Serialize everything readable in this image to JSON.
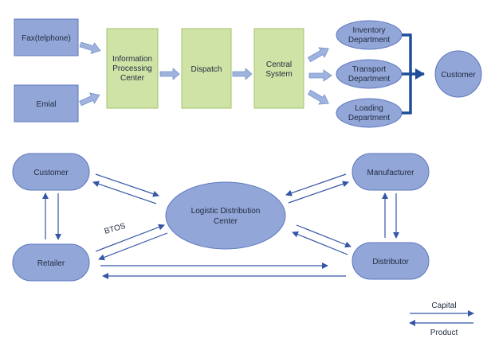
{
  "colors": {
    "blue_fill": "#93a6d8",
    "blue_stroke": "#5d77c0",
    "green_fill": "#cfe3a6",
    "green_stroke": "#a3c36a",
    "arrow_fill": "#9fb3de",
    "arrow_stroke": "#7590c9",
    "merge_line": "#1f4e9a",
    "thin_line": "#3456a6",
    "text": "#1e2a3e"
  },
  "order_flow": {
    "fax": "Fax(telphone)",
    "email": "Emial",
    "processing": [
      "Information",
      "Processing",
      "Center"
    ],
    "dispatch": "Dispatch",
    "central": [
      "Central",
      "System"
    ],
    "inventory": [
      "Inventory",
      "Department"
    ],
    "transport": [
      "Transport",
      "Department"
    ],
    "loading": [
      "Loading",
      "Department"
    ],
    "customer": "Customer"
  },
  "network": {
    "customer": "Customer",
    "retailer": "Retailer",
    "manufacturer": "Manufacturer",
    "distributor": "Distributor",
    "center": [
      "Logistic Distribution",
      "Center"
    ],
    "btos_label": "BTOS"
  },
  "legend": {
    "capital": "Capital",
    "product": "Product"
  }
}
